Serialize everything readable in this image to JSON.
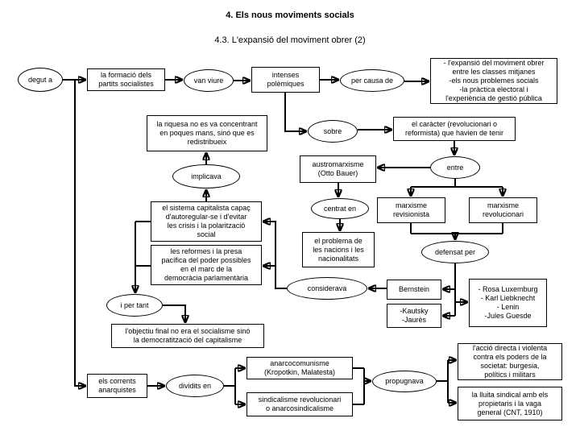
{
  "page": {
    "title": "4. Els nous moviments socials",
    "subtitle": "4.3. L'expansió del moviment obrer (2)"
  },
  "colors": {
    "line": "#000000",
    "background": "#ffffff",
    "text": "#000000"
  },
  "nodes": {
    "degut_a": {
      "shape": "ellipse",
      "label": "degut a"
    },
    "formacio": {
      "shape": "box",
      "label": "la formació dels\npartits socialistes"
    },
    "van_viure": {
      "shape": "ellipse",
      "label": "van viure"
    },
    "intenses": {
      "shape": "box",
      "label": "intenses\npolèmiques"
    },
    "per_causa": {
      "shape": "ellipse",
      "label": "per causa de"
    },
    "expansio": {
      "shape": "box",
      "label": "- l'expansió del moviment obrer\nentre les classes mitjanes\n-els nous problemes socials\n-la pràctica electoral i\nl'experiència de gestió pública"
    },
    "riquesa": {
      "shape": "box",
      "label": "la riquesa no es va concentrant\nen poques mans, sinó que es\nredistribueix"
    },
    "sobre": {
      "shape": "ellipse",
      "label": "sobre"
    },
    "caracter": {
      "shape": "box",
      "label": "el caràcter (revolucionari o\nreformista) que havien de tenir"
    },
    "entre": {
      "shape": "ellipse",
      "label": "entre"
    },
    "implicava": {
      "shape": "ellipse",
      "label": "implicava"
    },
    "austromarxisme": {
      "shape": "box",
      "label": "austromarxisme\n(Otto Bauer)"
    },
    "revisionista": {
      "shape": "box",
      "label": "marxisme\nrevisionista"
    },
    "revolucionari": {
      "shape": "box",
      "label": "marxisme\nrevolucionari"
    },
    "sistema": {
      "shape": "box",
      "label": "el sistema capitalista capaç\nd'autoregular-se i d'evitar\nles crisis i la polarització\nsocial"
    },
    "centrat_en": {
      "shape": "ellipse",
      "label": "centrat en"
    },
    "problema": {
      "shape": "box",
      "label": "el problema de\nles nacions i les\nnacionalitats"
    },
    "defensat_per": {
      "shape": "ellipse",
      "label": "defensat per"
    },
    "reformes": {
      "shape": "box",
      "label": "les reformes i la presa\npacífica del poder possibles\nen el marc de la\ndemocràcia parlamentària"
    },
    "considerava": {
      "shape": "ellipse",
      "label": "considerava"
    },
    "bernstein": {
      "shape": "box",
      "label": "Bernstein"
    },
    "luxemburg": {
      "shape": "box",
      "label": "- Rosa Luxemburg\n- Karl Liebknecht\n- Lenin\n-Jules Guesde"
    },
    "i_per_tant": {
      "shape": "ellipse",
      "label": "i per tant"
    },
    "kautsky": {
      "shape": "box",
      "label": "-Kautsky\n-Jaurès"
    },
    "objectiu": {
      "shape": "box",
      "label": "l'objectiu final no era el socialisme sinó\nla democratització del capitalisme"
    },
    "corrents": {
      "shape": "box",
      "label": "els corrents\nanarquistes"
    },
    "dividits_en": {
      "shape": "ellipse",
      "label": "dividits en"
    },
    "anarcocomunisme": {
      "shape": "box",
      "label": "anarcocomunisme\n(Kropotkin, Malatesta)"
    },
    "sindicalisme": {
      "shape": "box",
      "label": "sindicalisme revolucionari\no anarcosindicalisme"
    },
    "propugnava": {
      "shape": "ellipse",
      "label": "propugnava"
    },
    "accio": {
      "shape": "box",
      "label": "l'acció directa i violenta\ncontra els poders de la\nsocietat: burgesia,\npolítics i militars"
    },
    "lluita": {
      "shape": "box",
      "label": "la lluita sindical amb els\npropietaris i la vaga\ngeneral (CNT, 1910)"
    }
  },
  "edges": [
    [
      "degut_a",
      "formacio"
    ],
    [
      "degut_a",
      "corrents"
    ],
    [
      "formacio",
      "van_viure"
    ],
    [
      "van_viure",
      "intenses"
    ],
    [
      "intenses",
      "per_causa"
    ],
    [
      "per_causa",
      "expansio"
    ],
    [
      "intenses",
      "sobre"
    ],
    [
      "sobre",
      "caracter"
    ],
    [
      "caracter",
      "entre"
    ],
    [
      "entre",
      "austromarxisme"
    ],
    [
      "entre",
      "revisionista"
    ],
    [
      "entre",
      "revolucionari"
    ],
    [
      "austromarxisme",
      "centrat_en"
    ],
    [
      "centrat_en",
      "problema"
    ],
    [
      "revisionista",
      "defensat_per"
    ],
    [
      "revolucionari",
      "defensat_per"
    ],
    [
      "defensat_per",
      "bernstein"
    ],
    [
      "defensat_per",
      "kautsky"
    ],
    [
      "defensat_per",
      "luxemburg"
    ],
    [
      "bernstein",
      "considerava"
    ],
    [
      "considerava",
      "sistema"
    ],
    [
      "considerava",
      "reformes"
    ],
    [
      "sistema",
      "implicava"
    ],
    [
      "implicava",
      "riquesa"
    ],
    [
      "sistema",
      "i_per_tant"
    ],
    [
      "reformes",
      "i_per_tant"
    ],
    [
      "i_per_tant",
      "objectiu"
    ],
    [
      "corrents",
      "dividits_en"
    ],
    [
      "dividits_en",
      "anarcocomunisme"
    ],
    [
      "dividits_en",
      "sindicalisme"
    ],
    [
      "anarcocomunisme",
      "propugnava"
    ],
    [
      "sindicalisme",
      "propugnava"
    ],
    [
      "propugnava",
      "accio"
    ],
    [
      "propugnava",
      "lluita"
    ]
  ]
}
